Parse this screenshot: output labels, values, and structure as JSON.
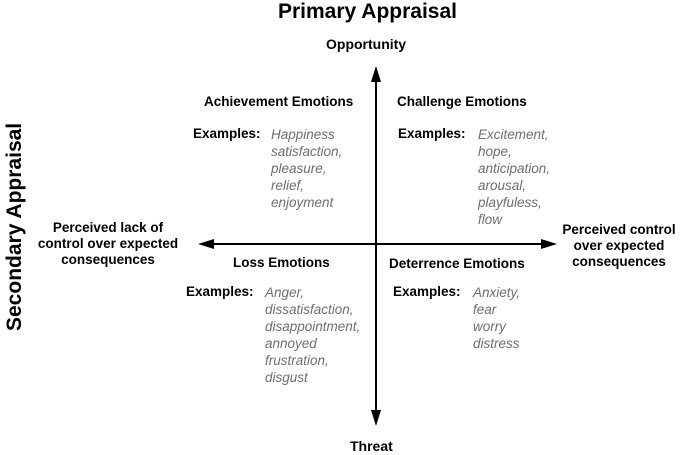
{
  "title_primary": "Primary Appraisal",
  "title_secondary": "Secondary Appraisal",
  "axis": {
    "top": "Opportunity",
    "bottom": "Threat",
    "left_lines": [
      "Perceived lack of",
      "control over expected",
      "consequences"
    ],
    "right_lines": [
      "Perceived control",
      "over expected",
      "consequences"
    ]
  },
  "examples_label": "Examples:",
  "quadrants": {
    "top_left": {
      "heading": "Achievement Emotions",
      "examples": [
        "Happiness",
        "satisfaction,",
        "pleasure,",
        "relief,",
        "enjoyment"
      ]
    },
    "top_right": {
      "heading": "Challenge Emotions",
      "examples": [
        "Excitement,",
        "hope,",
        "anticipation,",
        "arousal,",
        "playfuless,",
        "flow"
      ]
    },
    "bottom_left": {
      "heading": "Loss Emotions",
      "examples": [
        "Anger,",
        "dissatisfaction,",
        "disappointment,",
        "annoyed",
        "frustration,",
        "disgust"
      ]
    },
    "bottom_right": {
      "heading": "Deterrence Emotions",
      "examples": [
        "Anxiety,",
        "fear",
        "worry",
        "distress"
      ]
    }
  }
}
